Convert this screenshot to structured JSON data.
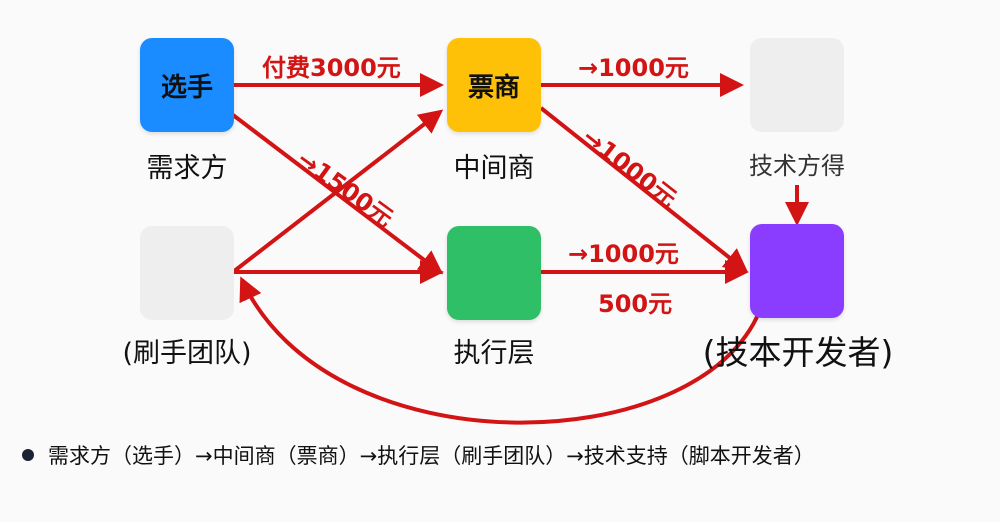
{
  "colors": {
    "arrow": "#d21414",
    "player": "#1a8cff",
    "ticket": "#ffc107",
    "exec": "#2fbf66",
    "dev": "#8a3dff",
    "blank": "#eeeeee"
  },
  "nodes": {
    "player": {
      "box_text": "选手",
      "caption": "需求方"
    },
    "ticket": {
      "box_text": "票商",
      "caption": "中间商"
    },
    "tech_gain": {
      "box_text": "",
      "caption": "技术方得"
    },
    "team": {
      "box_text": "",
      "caption": "(刷手团队)"
    },
    "exec": {
      "box_text": "",
      "caption": "执行层"
    },
    "dev": {
      "box_text": "",
      "caption": "(技本开发者)"
    }
  },
  "edges": {
    "pay_label": "付费3000元",
    "ticket_right_label": "→1000元",
    "ticket_diag_label": "→1000元",
    "cross_label": "→1500元",
    "exec_right_label": "→1000元",
    "exec_sub_label": "500元"
  },
  "summary": "需求方（选手）→中间商（票商）→执行层（刷手团队）→技术支持（脚本开发者）"
}
